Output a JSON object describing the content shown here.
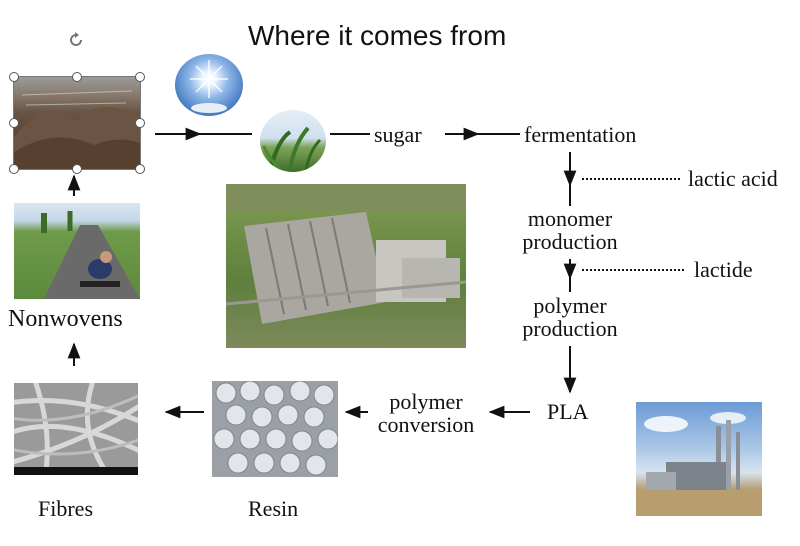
{
  "title": "Where it comes from",
  "nodes": {
    "sugar": "sugar",
    "fermentation": "fermentation",
    "lactic_acid": "lactic acid",
    "monomer_production": [
      "monomer",
      "production"
    ],
    "lactide": "lactide",
    "polymer_production": [
      "polymer",
      "production"
    ],
    "pla": "PLA",
    "polymer_conversion": [
      "polymer",
      "conversion"
    ],
    "resin": "Resin",
    "fibres": "Fibres",
    "nonwovens": "Nonwovens"
  },
  "images": [
    {
      "id": "compost",
      "depicts": "soil-mounds"
    },
    {
      "id": "sun",
      "depicts": "sun-in-sky"
    },
    {
      "id": "corn",
      "depicts": "corn-plant"
    },
    {
      "id": "factory",
      "depicts": "aerial-factory"
    },
    {
      "id": "path",
      "depicts": "worker-on-path"
    },
    {
      "id": "fibres",
      "depicts": "fibre-micrograph"
    },
    {
      "id": "resin",
      "depicts": "resin-pellets"
    },
    {
      "id": "refinery",
      "depicts": "refinery"
    }
  ],
  "colors": {
    "ink": "#111111",
    "sky": "#5d8fd0",
    "grass": "#4f8f37",
    "soil": "#5e4634"
  }
}
